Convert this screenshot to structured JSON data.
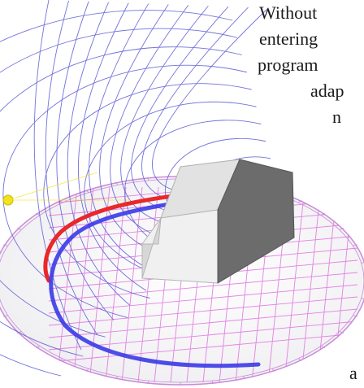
{
  "text_fragment": {
    "lines": [
      "Without",
      "entering",
      "program",
      "adap",
      "n",
      "a"
    ]
  },
  "figure": {
    "subject": "sun-path-diagram-3d",
    "colors": {
      "dome_grid": "#5a5ad6",
      "ground_grid": "#e06ee0",
      "sun_path_red": "#e8282a",
      "sun_path_blue": "#3a3ae8",
      "building_light": "#dcdcdc",
      "building_shade": "#6c6c6c",
      "sun_marker": "#f2e21a"
    }
  }
}
